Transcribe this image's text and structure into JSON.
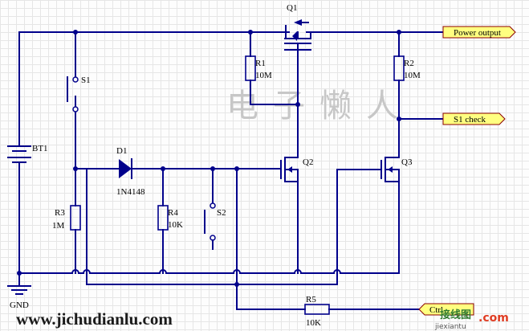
{
  "components": {
    "q1": "Q1",
    "r1_ref": "R1",
    "r1_val": "10M",
    "r2_ref": "R2",
    "r2_val": "10M",
    "s1": "S1",
    "bt1": "BT1",
    "d1_ref": "D1",
    "d1_val": "1N4148",
    "q2": "Q2",
    "q3": "Q3",
    "r3_ref": "R3",
    "r3_val": "1M",
    "r4_ref": "R4",
    "r4_val": "10K",
    "s2": "S2",
    "r5_ref": "R5",
    "r5_val": "10K",
    "gnd": "GND"
  },
  "ports": {
    "power_output": "Power output",
    "s1_check": "S1 check",
    "ctrl": "Ctrl"
  },
  "watermark": {
    "text": "电子懒人",
    "site": "www.jichudianlu.com",
    "logo_main": "接线图",
    "logo_com": ".com",
    "logo_sub": "jiexiantu"
  },
  "colors": {
    "wire": "#00008b",
    "port_fill": "#ffff80"
  }
}
